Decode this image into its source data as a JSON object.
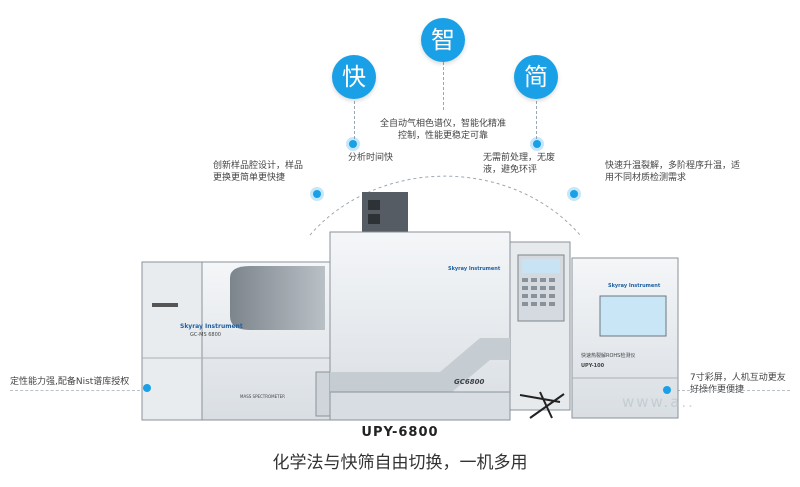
{
  "badges": {
    "left": "快",
    "center": "智",
    "right": "简"
  },
  "center_feature": "全自动气相色谱仪，智能化精准控制，性能更稳定可靠",
  "features": {
    "upper_left": "分析时间快",
    "left": "创新样品腔设计，样品更换更简单更快捷",
    "upper_right": "无需前处理，无废液，避免环评",
    "right": "快速升温裂解，多阶程序升温，适用不同材质检测需求",
    "bottom_left": "定性能力强,配备Nist谱库授权",
    "bottom_right": "7寸彩屏，人机互动更友好操作更便捷"
  },
  "instrument_labels": {
    "ms_brand": "Skyray Instrument",
    "ms_model": "GC-MS 6800",
    "ms_foot": "MASS SPECTROMETER",
    "gc_brand": "Skyray Instrument",
    "gc_model": "GC6800",
    "pyro_brand": "Skyray Instrument",
    "pyro_title": "快速热裂解ROHS检测仪",
    "pyro_model": "UPY-100"
  },
  "model_name": "UPY-6800",
  "caption": "化学法与快筛自由切换，一机多用",
  "watermark": "www.a..",
  "colors": {
    "accent": "#1aa0e6"
  }
}
